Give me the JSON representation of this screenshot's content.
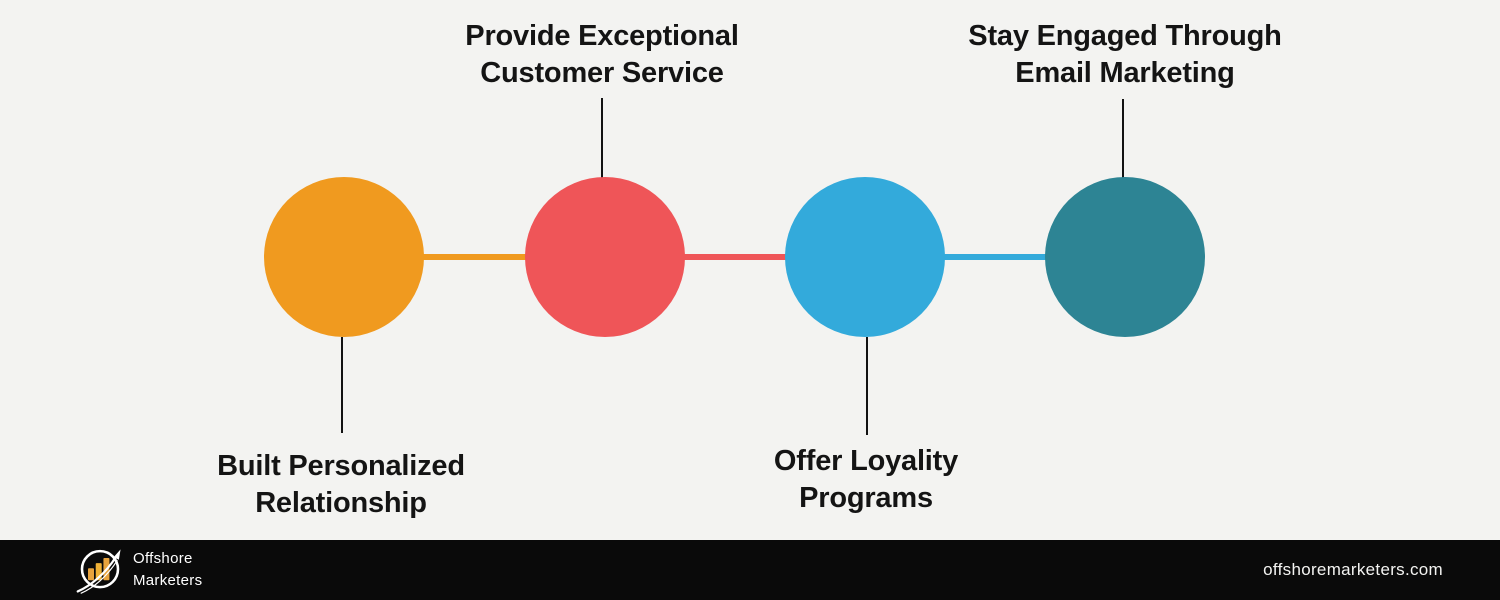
{
  "canvas": {
    "background": "#f3f3f1",
    "stem_line_color": "#121212",
    "text_color": "#141414"
  },
  "steps": [
    {
      "line1": "Built Personalized",
      "line2": "Relationship",
      "circle_color": "#f09a1f",
      "label_position": "below"
    },
    {
      "line1": "Provide Exceptional",
      "line2": "Customer Service",
      "circle_color": "#ef5558",
      "label_position": "above"
    },
    {
      "line1": "Offer Loyality",
      "line2": "Programs",
      "circle_color": "#33aadb",
      "label_position": "below"
    },
    {
      "line1": "Stay Engaged Through",
      "line2": "Email Marketing",
      "circle_color": "#2d8494",
      "label_position": "above"
    }
  ],
  "connectors": [
    {
      "color": "#f09a1f"
    },
    {
      "color": "#ef5558"
    },
    {
      "color": "#33aadb"
    }
  ],
  "footer": {
    "background": "#0a0a0a",
    "brand_line1": "Offshore",
    "brand_line2": "Marketers",
    "website": "offshoremarketers.com",
    "logo_bar_color": "#e8a33d",
    "logo_stroke_color": "#ffffff"
  }
}
